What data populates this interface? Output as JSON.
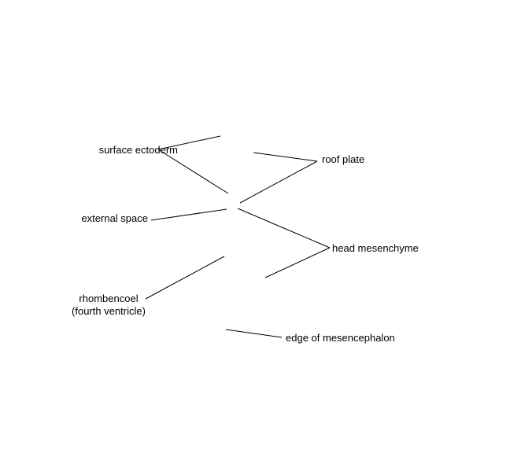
{
  "labels": {
    "surface_ectoderm": "surface ectoderm",
    "roof_plate": "roof plate",
    "external_space": "external space",
    "head_mesenchyme": "head mesenchyme",
    "rhombencoel_line1": "rhombencoel",
    "rhombencoel_line2": "(fourth ventricle)",
    "edge_of_mesencephalon": "edge of mesencephalon"
  },
  "colors": {
    "background": "#ffffff",
    "line": "#000000",
    "text": "#000000"
  }
}
